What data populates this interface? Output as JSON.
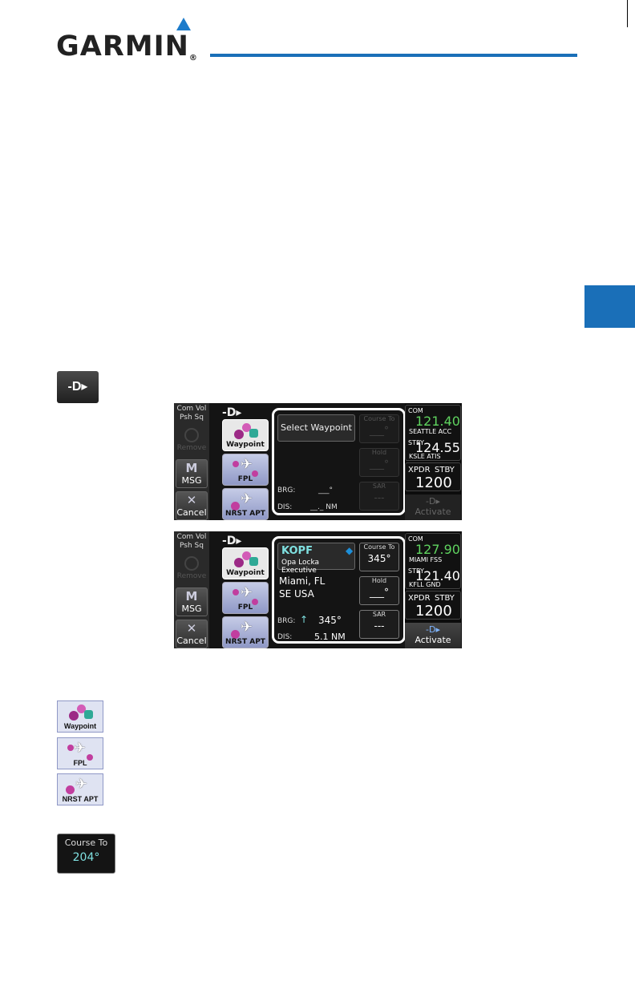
{
  "brand": {
    "name": "GARMIN",
    "reg": "®"
  },
  "dto_symbol": "-D▸",
  "screen1": {
    "com_vol": "Com Vol",
    "psh_sq": "Psh Sq",
    "remove": "Remove",
    "msg": "MSG",
    "cancel": "Cancel",
    "tiles": [
      "Waypoint",
      "FPL",
      "NRST APT"
    ],
    "select_waypoint": "Select Waypoint",
    "course_to": "Course To",
    "course_val": "___°",
    "hold": "Hold",
    "hold_val": "___°",
    "sar": "SAR",
    "sar_val": "---",
    "brg_label": "BRG:",
    "brg_val": "___°",
    "dis_label": "DIS:",
    "dis_val": "__._ NM",
    "com_label": "COM",
    "com_freq": "121.40",
    "com_name": "SEATTLE ACC",
    "stby_label": "STBY",
    "stby_freq": "124.55",
    "stby_name": "KSLE ATIS",
    "xpdr": "XPDR",
    "xpdr_mode": "STBY",
    "xpdr_code": "1200",
    "activate": "Activate"
  },
  "screen2": {
    "com_vol": "Com Vol",
    "psh_sq": "Psh Sq",
    "remove": "Remove",
    "msg": "MSG",
    "cancel": "Cancel",
    "tiles": [
      "Waypoint",
      "FPL",
      "NRST APT"
    ],
    "ident": "KOPF",
    "name": "Opa Locka Executive",
    "city": "Miami, FL",
    "region": "SE USA",
    "course_to": "Course To",
    "course_val": "345°",
    "hold": "Hold",
    "hold_val": "___°",
    "sar": "SAR",
    "sar_val": "---",
    "brg_label": "BRG:",
    "brg_val": "345°",
    "dis_label": "DIS:",
    "dis_val": "5.1 NM",
    "com_label": "COM",
    "com_freq": "127.90",
    "com_name": "MIAMI FSS",
    "stby_label": "STBY",
    "stby_freq": "121.40",
    "stby_name": "KFLL GND",
    "xpdr": "XPDR",
    "xpdr_mode": "STBY",
    "xpdr_code": "1200",
    "activate": "Activate"
  },
  "icons": {
    "waypoint": "Waypoint",
    "fpl": "FPL",
    "nrst_apt": "NRST APT",
    "course_to": "Course To",
    "course_val": "204°"
  },
  "colors": {
    "accent": "#1a6fb8",
    "com_green": "#5fd35f",
    "cyan": "#7fe0e0"
  }
}
